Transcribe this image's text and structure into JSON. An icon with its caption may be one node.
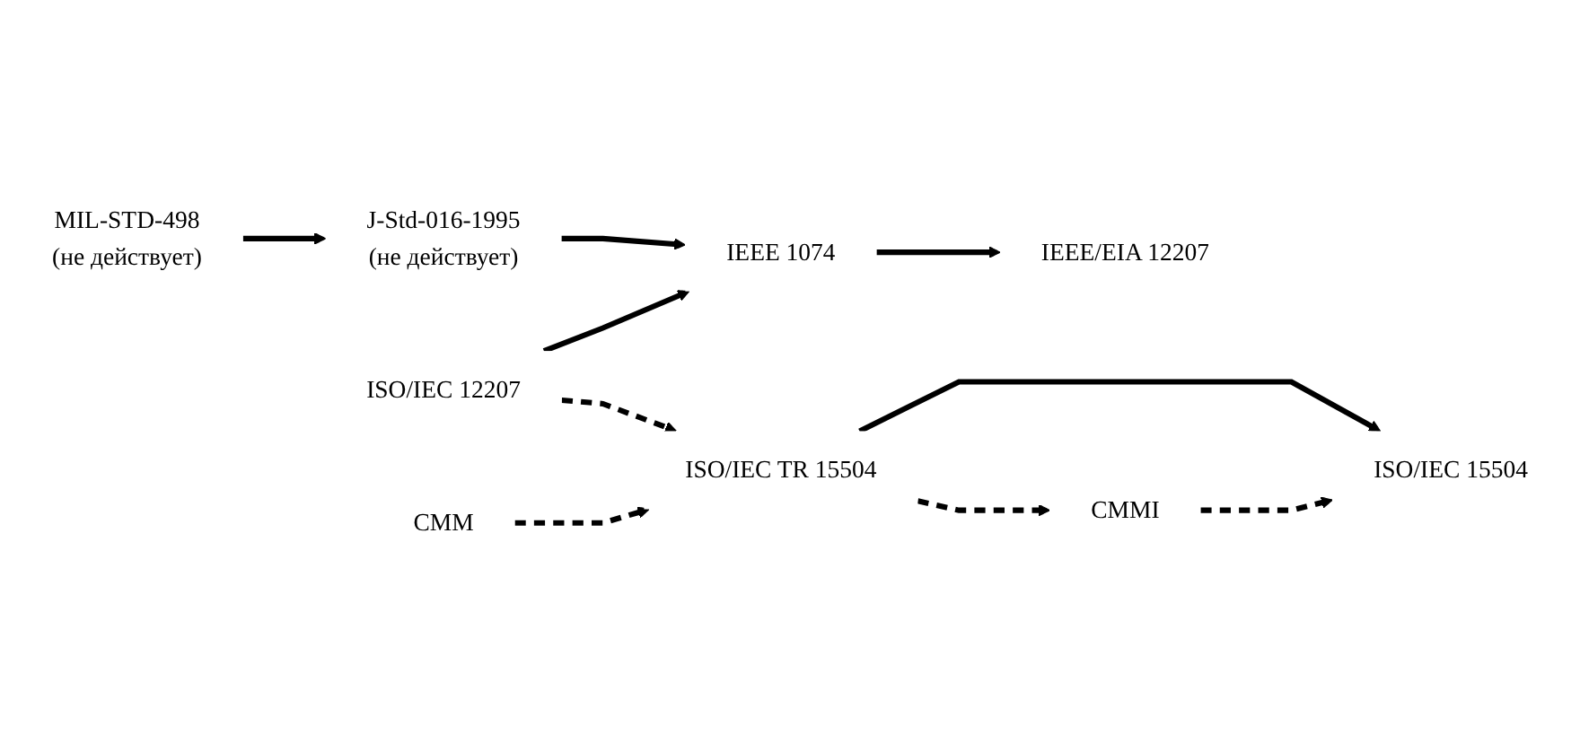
{
  "diagram": {
    "nodes": [
      {
        "text": [
          "MIL-STD-498",
          "(не действует)"
        ]
      },
      {
        "text": [
          "J-Std-016-1995",
          "(не действует)"
        ]
      },
      {
        "text": [
          "IEEE 1074"
        ]
      },
      {
        "text": [
          "IEEE/EIA 12207"
        ]
      },
      {
        "text": [
          "ISO/IEC 12207"
        ]
      },
      {
        "text": [
          "ISO/IEC TR 15504"
        ]
      },
      {
        "text": [
          "ISO/IEC 15504"
        ]
      },
      {
        "text": [
          "CMM"
        ]
      },
      {
        "text": [
          "CMMI"
        ]
      }
    ],
    "edges": [
      {
        "from": 0,
        "to": 1,
        "arrow": "to"
      },
      {
        "from": 1,
        "to": 2,
        "arrow": "to"
      },
      {
        "from": 4,
        "to": 2,
        "arrow": "to"
      },
      {
        "from": 2,
        "to": 3,
        "arrow": "to"
      },
      {
        "from": 4,
        "to": 5,
        "arrow": "to",
        "style": "dashed"
      },
      {
        "from": 7,
        "to": 5,
        "arrow": "to",
        "style": "dashed"
      },
      {
        "from": 5,
        "to": 6,
        "arrow": "to"
      },
      {
        "from": 5,
        "to": 8,
        "arrow": "to",
        "style": "dashed"
      },
      {
        "from": 8,
        "to": 6,
        "arrow": "to",
        "style": "dashed"
      }
    ]
  }
}
